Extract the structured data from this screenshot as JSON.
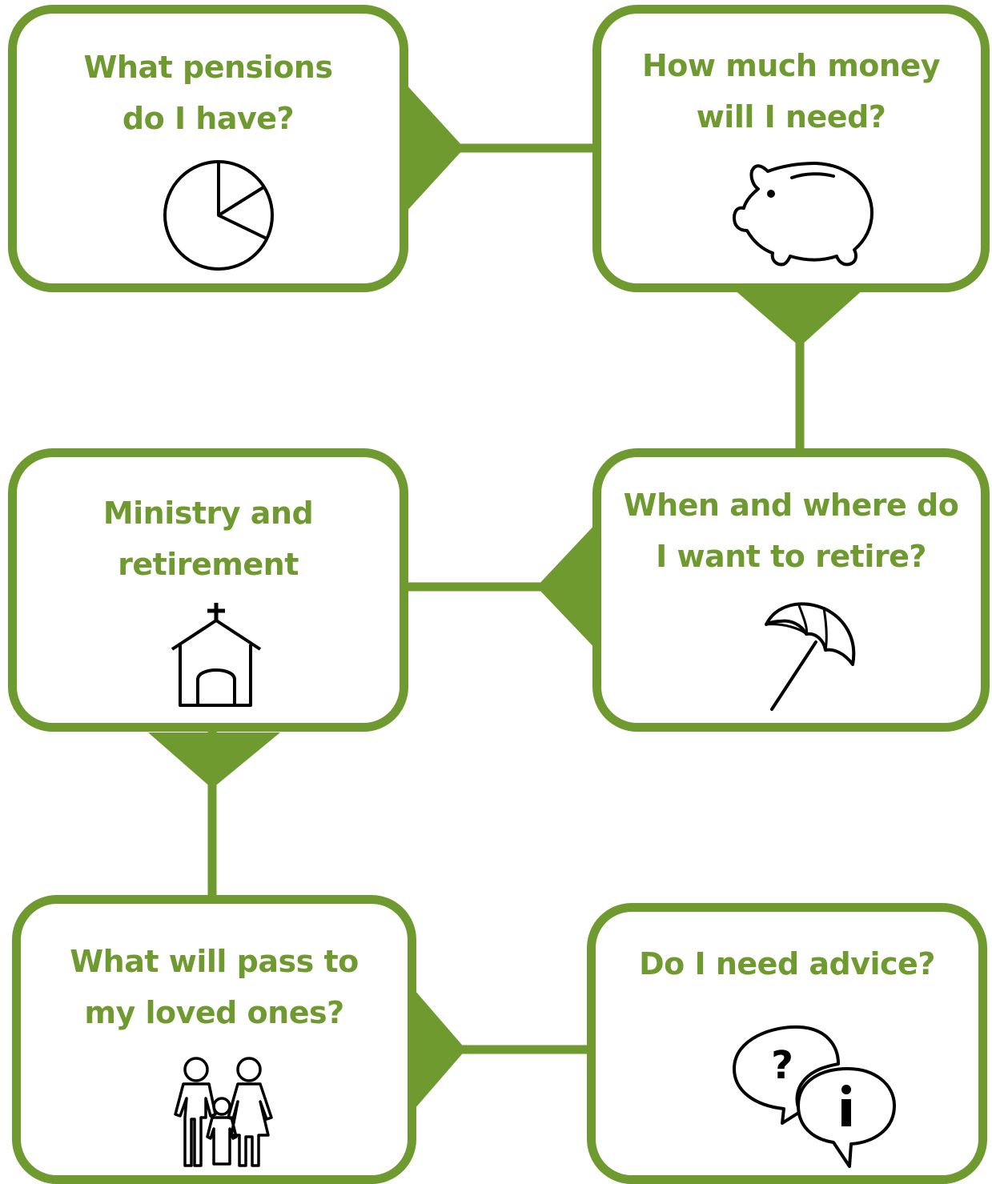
{
  "accent_color": "#6e9a2f",
  "steps": [
    {
      "lines": [
        "What pensions",
        "do I have?"
      ],
      "icon": "pie-chart-icon"
    },
    {
      "lines": [
        "How much money",
        "will I need?"
      ],
      "icon": "piggy-bank-icon"
    },
    {
      "lines": [
        "When and where do",
        "I want to retire?"
      ],
      "icon": "beach-umbrella-icon"
    },
    {
      "lines": [
        "Ministry and",
        "retirement"
      ],
      "icon": "chapel-icon"
    },
    {
      "lines": [
        "What will pass to",
        "my loved ones?"
      ],
      "icon": "family-icon"
    },
    {
      "lines": [
        "Do I need advice?"
      ],
      "icon": "speech-bubbles-question-info-icon"
    }
  ],
  "connections": [
    {
      "from": "What pensions do I have?",
      "to": "How much money will I need?"
    },
    {
      "from": "How much money will I need?",
      "to": "When and where do I want to retire?"
    },
    {
      "from": "When and where do I want to retire?",
      "to": "Ministry and retirement"
    },
    {
      "from": "Ministry and retirement",
      "to": "What will pass to my loved ones?"
    },
    {
      "from": "What will pass to my loved ones?",
      "to": "Do I need advice?"
    }
  ]
}
